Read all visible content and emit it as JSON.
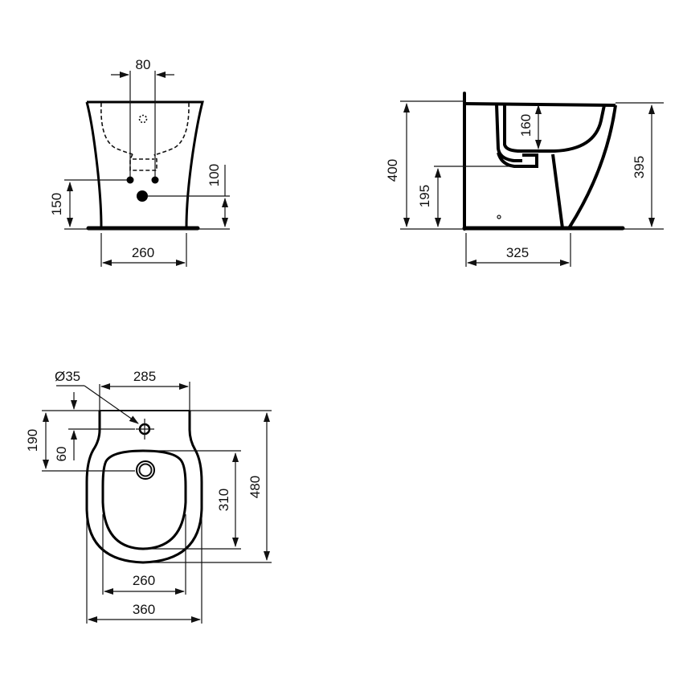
{
  "drawing": {
    "type": "technical dimension drawing - floor-standing bidet",
    "unit": "mm",
    "line_color": "#000000",
    "background": "#ffffff"
  },
  "front_view": {
    "dimensions": {
      "tap_holes_spacing": "80",
      "tap_holes_height": "150",
      "waste_height": "100",
      "base_width": "260"
    }
  },
  "side_view": {
    "dimensions": {
      "overall_height": "400",
      "rim_height": "395",
      "bowl_depth": "160",
      "waste_outlet_height": "195",
      "base_depth": "325"
    }
  },
  "top_view": {
    "dimensions": {
      "tap_hole_diameter": "Ø35",
      "back_width": "285",
      "waste_from_back": "190",
      "tap_hole_from_back": "60",
      "bowl_length": "310",
      "overall_length": "480",
      "bowl_width": "260",
      "overall_width": "360"
    }
  }
}
